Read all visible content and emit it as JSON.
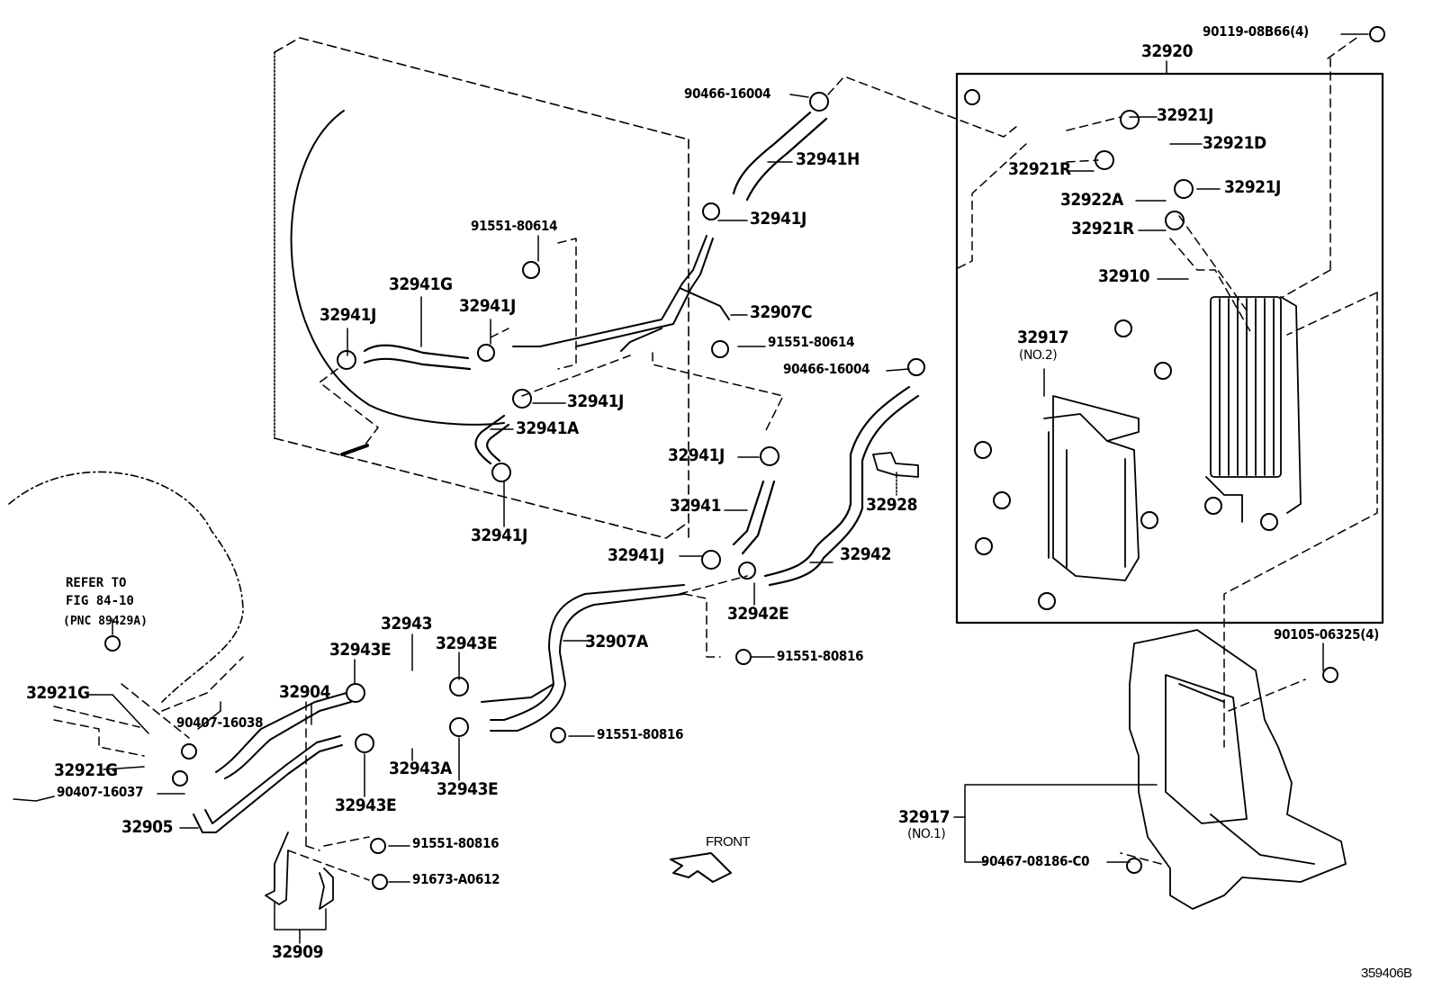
{
  "diagram": {
    "figure_id": "359406B",
    "front_indicator": "FRONT",
    "reference_note": [
      "REFER TO",
      "FIG 84-10",
      "(PNC 89429A)"
    ],
    "part_labels": [
      {
        "id": "p01",
        "text": "90119-08B66(4)"
      },
      {
        "id": "p02",
        "text": "32920"
      },
      {
        "id": "p03",
        "text": "90466-16004"
      },
      {
        "id": "p04",
        "text": "32921J"
      },
      {
        "id": "p05",
        "text": "32921D"
      },
      {
        "id": "p06",
        "text": "32941H"
      },
      {
        "id": "p07",
        "text": "32921R"
      },
      {
        "id": "p08",
        "text": "32921J"
      },
      {
        "id": "p09",
        "text": "32922A"
      },
      {
        "id": "p10",
        "text": "32941J"
      },
      {
        "id": "p11",
        "text": "32921R"
      },
      {
        "id": "p12",
        "text": "91551-80614"
      },
      {
        "id": "p13",
        "text": "32910"
      },
      {
        "id": "p14",
        "text": "32941G"
      },
      {
        "id": "p15",
        "text": "32941J"
      },
      {
        "id": "p16",
        "text": "32941J"
      },
      {
        "id": "p17",
        "text": "32907C"
      },
      {
        "id": "p18",
        "text": "91551-80614"
      },
      {
        "id": "p19",
        "text": "32917"
      },
      {
        "id": "p20",
        "text": "(NO.2)"
      },
      {
        "id": "p21",
        "text": "90466-16004"
      },
      {
        "id": "p22",
        "text": "32941J"
      },
      {
        "id": "p23",
        "text": "32941A"
      },
      {
        "id": "p24",
        "text": "32941J"
      },
      {
        "id": "p25",
        "text": "32928"
      },
      {
        "id": "p26",
        "text": "32941"
      },
      {
        "id": "p27",
        "text": "32941J"
      },
      {
        "id": "p28",
        "text": "32941J"
      },
      {
        "id": "p29",
        "text": "32942"
      },
      {
        "id": "p30",
        "text": "32942E"
      },
      {
        "id": "p31",
        "text": "32943"
      },
      {
        "id": "p32",
        "text": "32943E"
      },
      {
        "id": "p33",
        "text": "32943E"
      },
      {
        "id": "p34",
        "text": "32907A"
      },
      {
        "id": "p35",
        "text": "91551-80816"
      },
      {
        "id": "p36",
        "text": "90105-06325(4)"
      },
      {
        "id": "p37",
        "text": "32921G"
      },
      {
        "id": "p38",
        "text": "90407-16038"
      },
      {
        "id": "p39",
        "text": "32904"
      },
      {
        "id": "p40",
        "text": "91551-80816"
      },
      {
        "id": "p41",
        "text": "32921G"
      },
      {
        "id": "p42",
        "text": "32943A"
      },
      {
        "id": "p43",
        "text": "90407-16037"
      },
      {
        "id": "p44",
        "text": "32943E"
      },
      {
        "id": "p45",
        "text": "32943E"
      },
      {
        "id": "p46",
        "text": "32905"
      },
      {
        "id": "p47",
        "text": "91551-80816"
      },
      {
        "id": "p48",
        "text": "91673-A0612"
      },
      {
        "id": "p49",
        "text": "32909"
      },
      {
        "id": "p50",
        "text": "32917"
      },
      {
        "id": "p51",
        "text": "(NO.1)"
      },
      {
        "id": "p52",
        "text": "90467-08186-C0"
      }
    ]
  }
}
